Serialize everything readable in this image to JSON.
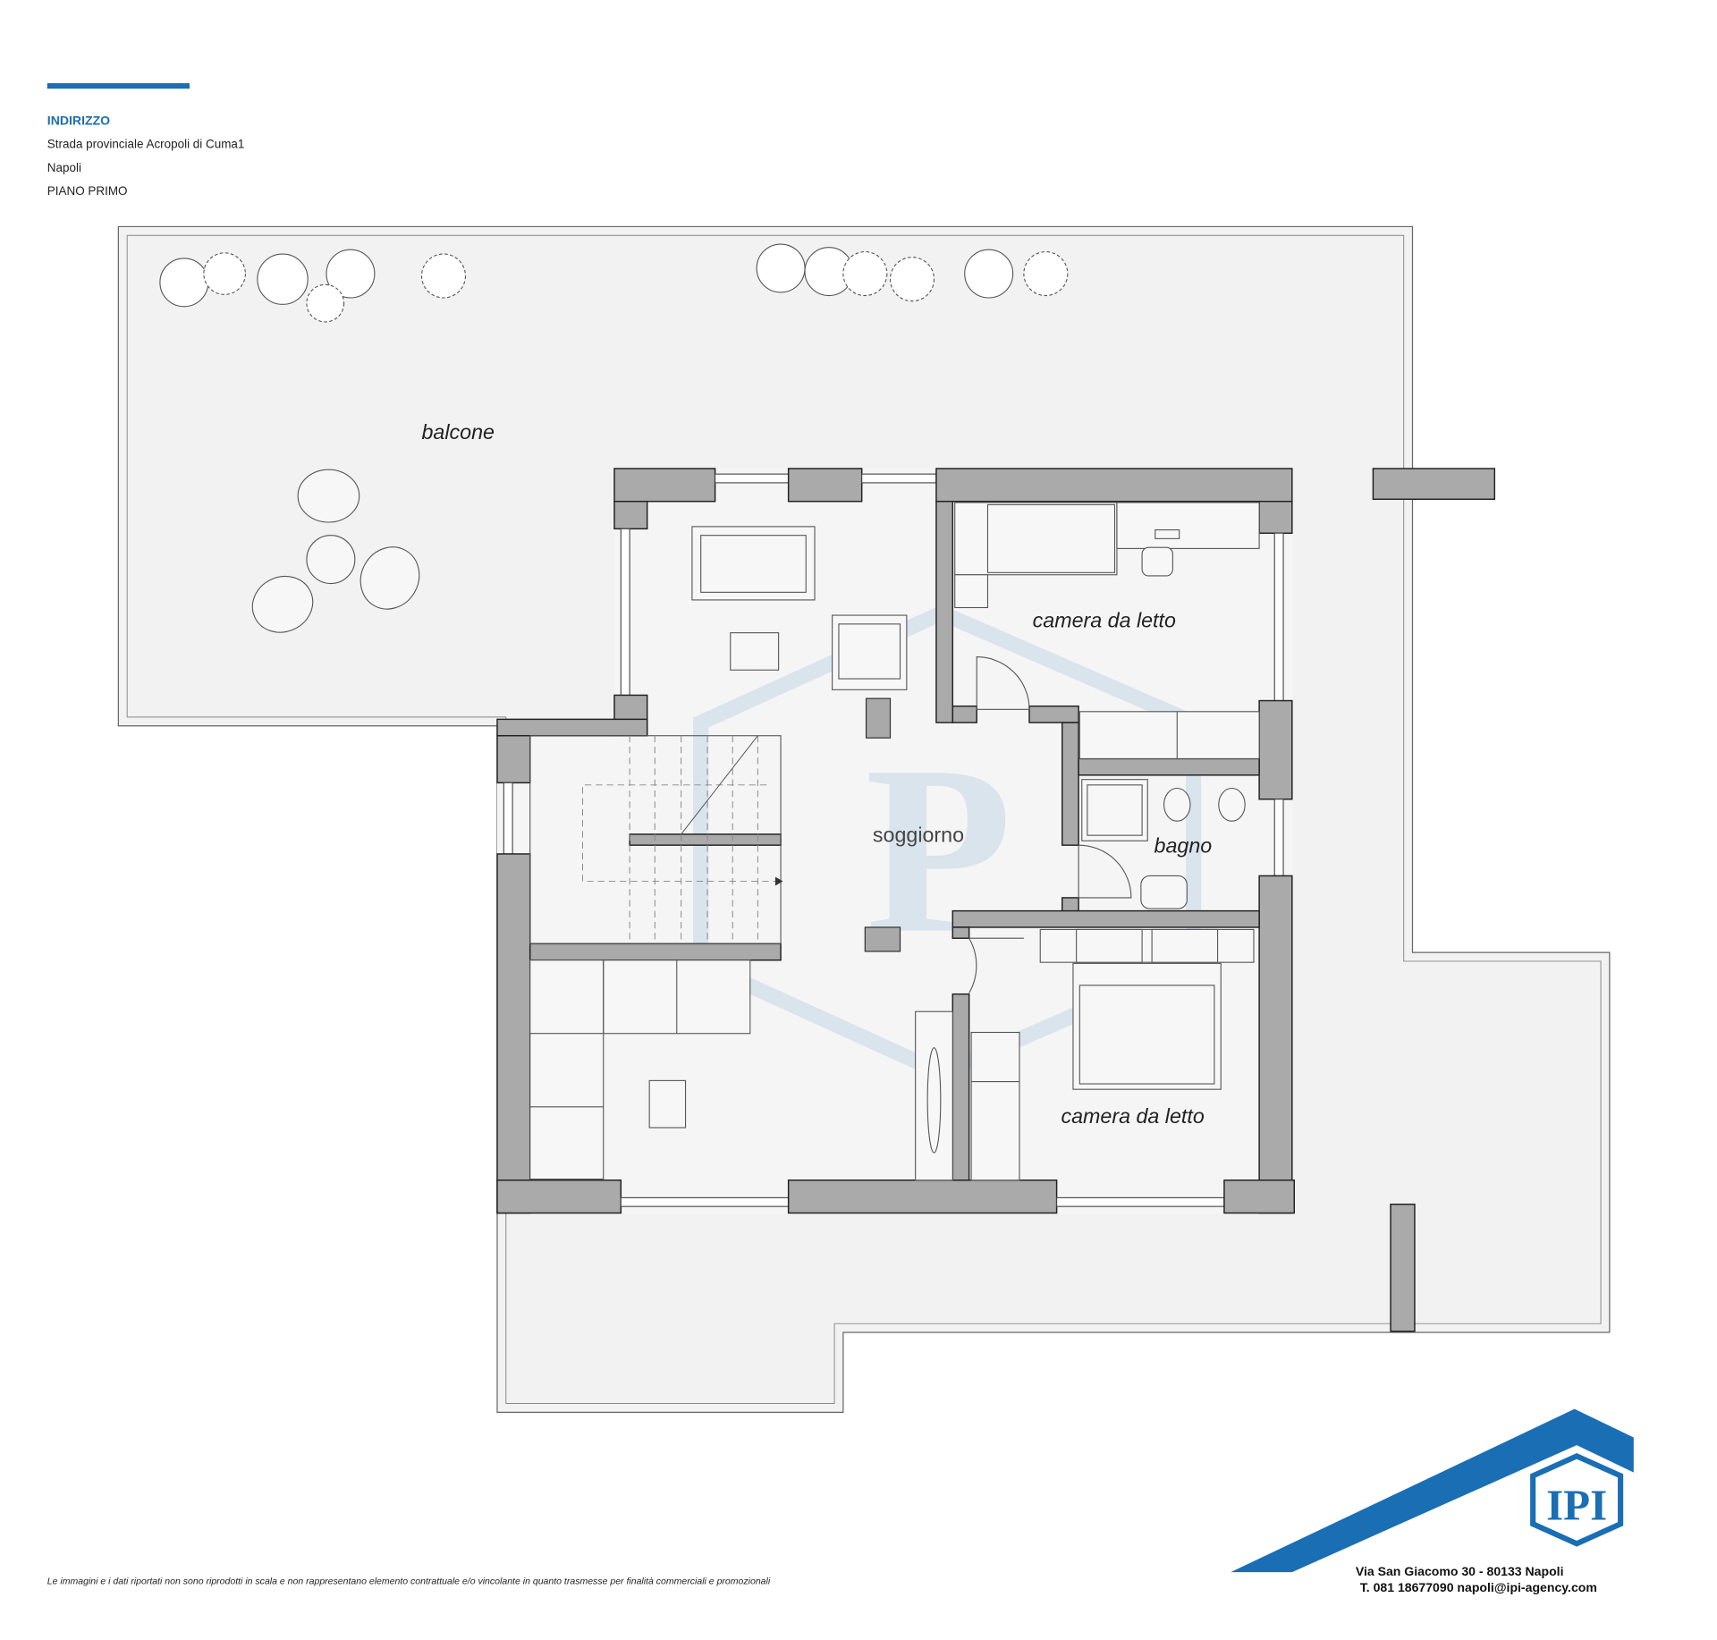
{
  "header": {
    "section_label": "INDIRIZZO",
    "address": "Strada provinciale Acropoli di Cuma1",
    "city": "Napoli",
    "floor": "PIANO PRIMO"
  },
  "rooms": {
    "balcony": "balcone",
    "bedroom_top": "camera da letto",
    "living": "soggiorno",
    "bathroom": "bagno",
    "bedroom_bottom": "camera da letto"
  },
  "footer": {
    "disclaimer": "Le immagini e i dati riportati non sono riprodotti in scala e non rappresentano elemento contrattuale e/o vincolante in quanto trasmesse per finalità commerciali e promozionali",
    "agency_address": "Via San Giacomo 30 - 80133 Napoli",
    "agency_contact": "T. 081 18677090 napoli@ipi-agency.com",
    "logo_text": "IPI"
  },
  "colors": {
    "brand_blue": "#1a6eb4",
    "wall_gray": "#aaaaaa",
    "floor_gray": "#f2f2f2"
  }
}
